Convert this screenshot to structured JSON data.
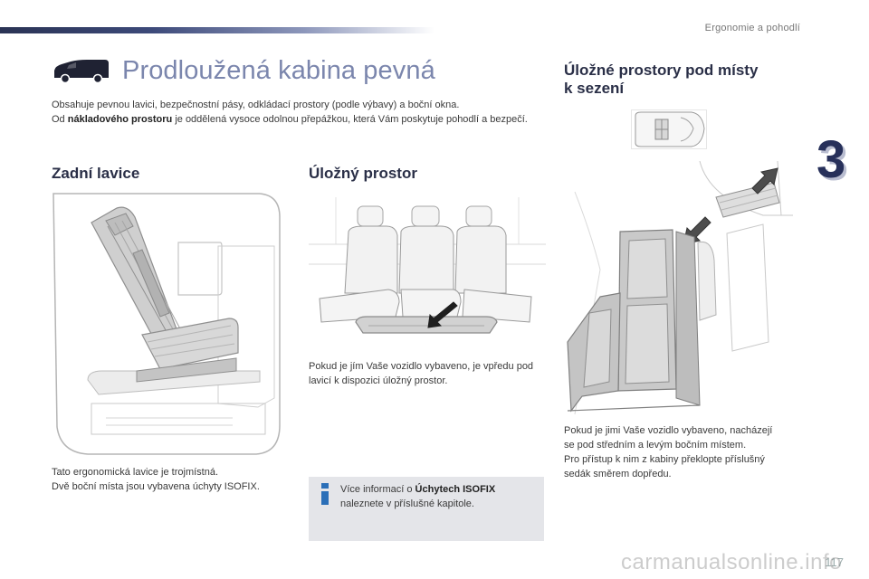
{
  "header": {
    "section_name": "Ergonomie a pohodlí",
    "chapter_number": "3"
  },
  "main": {
    "title": "Prodloužená kabina pevná",
    "intro_line1": "Obsahuje pevnou lavici, bezpečnostní pásy, odkládací prostory (podle výbavy) a boční okna.",
    "intro_line2_prefix": "Od ",
    "intro_line2_bold": "nákladového prostoru",
    "intro_line2_suffix": " je oddělená vysoce odolnou přepážkou, která Vám poskytuje pohodlí a bezpečí."
  },
  "rear_bench": {
    "heading": "Zadní lavice",
    "text_line1": "Tato ergonomická lavice je trojmístná.",
    "text_line2": "Dvě boční místa jsou vybavena úchyty ISOFIX."
  },
  "storage": {
    "heading": "Úložný prostor",
    "text": "Pokud je jím Vaše vozidlo vybaveno, je vpředu pod lavicí k dispozici úložný prostor."
  },
  "info": {
    "prefix": "Více informací o ",
    "bold": "Úchytech ISOFIX",
    "suffix": "naleznete v příslušné kapitole."
  },
  "under_seat": {
    "heading_line1": "Úložné prostory pod místy",
    "heading_line2": "k sezení",
    "text_line1": "Pokud je jimi Vaše vozidlo vybaveno, nacházejí",
    "text_line2": "se pod středním a levým bočním místem.",
    "text_line3": "Pro přístup k nim z kabiny překlopte příslušný",
    "text_line4": "sedák směrem dopředu."
  },
  "footer": {
    "page_number": "117",
    "watermark": "carmanualsonline.info"
  },
  "colors": {
    "title": "#7b86ad",
    "navy": "#27305a",
    "info_bg": "#e4e5e9",
    "info_icon": "#2b6fb8"
  },
  "icons": {
    "van": "van-icon",
    "info": "info-icon"
  }
}
